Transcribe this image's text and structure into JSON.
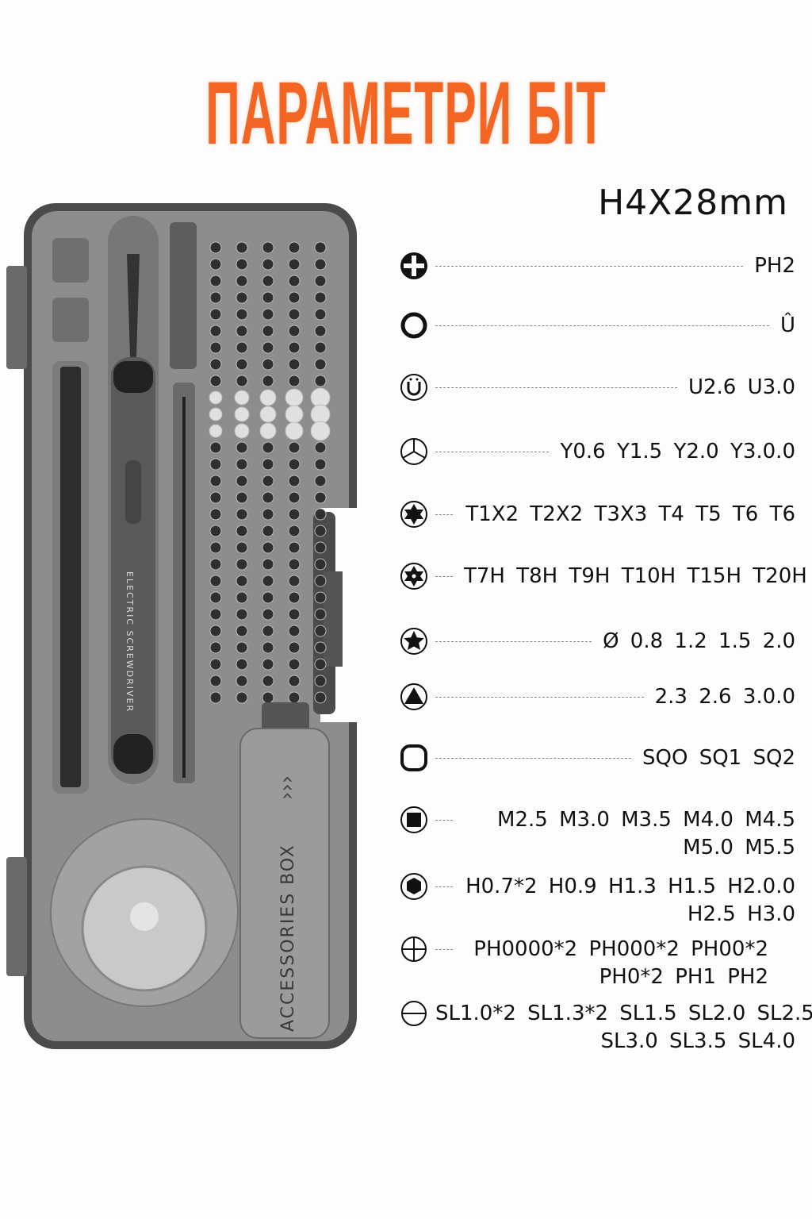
{
  "title": "ПАРАМЕТРИ БІТ",
  "spec": "H4X28mm",
  "accent_color": "#f26522",
  "case": {
    "accessories_label": "ACCESSORIES BOX",
    "driver_label": "ELECTRIC SCREWDRIVER"
  },
  "bits": [
    {
      "icon": "phillips-solid-icon",
      "lines": [
        "PH2"
      ],
      "dash": "long"
    },
    {
      "icon": "ring-icon",
      "lines": [
        "Û"
      ],
      "dash": "long"
    },
    {
      "icon": "u-bit-icon",
      "lines": [
        "U2.6  U3.0"
      ],
      "dash": "long"
    },
    {
      "icon": "tri-wing-icon",
      "lines": [
        "Y0.6  Y1.5  Y2.0  Y3.0.0"
      ],
      "dash": "long"
    },
    {
      "icon": "torx-icon",
      "lines": [
        "T1X2  T2X2  T3X3  T4  T5  T6  T6"
      ],
      "dash": "short"
    },
    {
      "icon": "torx-security-icon",
      "lines": [
        "T7H  T8H  T9H  T10H  T15H  T20H"
      ],
      "dash": "short"
    },
    {
      "icon": "pentalobe-icon",
      "lines": [
        "Ø 0.8  1.2  1.5  2.0"
      ],
      "dash": "long"
    },
    {
      "icon": "triangle-icon",
      "lines": [
        "2.3  2.6  3.0.0"
      ],
      "dash": "long"
    },
    {
      "icon": "square-outline-icon",
      "lines": [
        "SQO   SQ1   SQ2"
      ],
      "dash": "long"
    },
    {
      "icon": "square-solid-icon",
      "lines": [
        "M2.5  M3.0  M3.5  M4.0  M4.5",
        "M5.0  M5.5"
      ],
      "dash": "short"
    },
    {
      "icon": "hex-icon",
      "lines": [
        "H0.7*2  H0.9  H1.3  H1.5  H2.0.0",
        "H2.5  H3.0"
      ],
      "dash": "short"
    },
    {
      "icon": "phillips-outline-icon",
      "lines": [
        "PH0000*2  PH000*2  PH00*2",
        "PH0*2  PH1  PH2"
      ],
      "dash": "short"
    },
    {
      "icon": "slotted-icon",
      "lines": [
        "SL1.0*2  SL1.3*2  SL1.5  SL2.0  SL2.5",
        "SL3.0  SL3.5  SL4.0"
      ],
      "dash": "none"
    }
  ]
}
